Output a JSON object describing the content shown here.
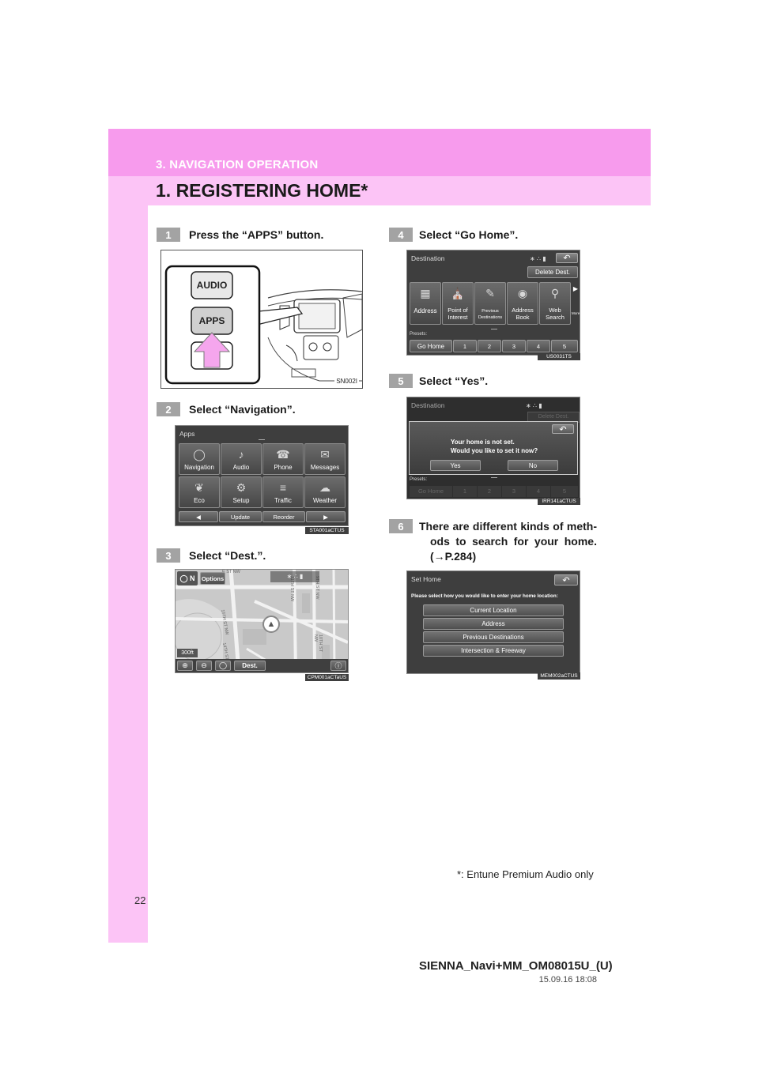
{
  "header": {
    "section": "3. NAVIGATION OPERATION",
    "title": "1. REGISTERING HOME*"
  },
  "steps": [
    {
      "num": "1",
      "text": "Press the “APPS” button."
    },
    {
      "num": "2",
      "text": "Select “Navigation”."
    },
    {
      "num": "3",
      "text": "Select “Dest.”."
    },
    {
      "num": "4",
      "text": "Select “Go Home”."
    },
    {
      "num": "5",
      "text": "Select “Yes”."
    },
    {
      "num": "6",
      "text_line1": "There are different kinds of meth-",
      "text_line2": "ods to search for your home.",
      "text_line3": "(→P.284)"
    }
  ],
  "fig1": {
    "audio_label": "AUDIO",
    "apps_label": "APPS",
    "code": "SN002I"
  },
  "fig2": {
    "title": "Apps",
    "tiles": [
      "Navigation",
      "Audio",
      "Phone",
      "Messages",
      "Eco",
      "Setup",
      "Traffic",
      "Weather"
    ],
    "bottom": [
      "Update",
      "Reorder"
    ],
    "code": "STA001aCTUS"
  },
  "fig3": {
    "compass": "N",
    "options": "Options",
    "scale": "300ft",
    "dest": "Dest.",
    "streets": [
      "E ST NW",
      "15TH ST NW",
      "14TH ST NW",
      "11TH ST NW",
      "10TH ST NW",
      "9TH ST NW"
    ],
    "code": "CPM001aCTaUS"
  },
  "fig4": {
    "title": "Destination",
    "delete_dest": "Delete Dest.",
    "tiles": [
      "Address",
      "Point of\nInterest",
      "Previous\nDestinations",
      "Address\nBook",
      "Web\nSearch"
    ],
    "more": "More",
    "presets_label": "Presets:",
    "go_home": "Go Home",
    "presets": [
      "1",
      "2",
      "3",
      "4",
      "5"
    ],
    "code": "US0031TS"
  },
  "fig5": {
    "title": "Destination",
    "delete_dest": "Delete Dest.",
    "message_line1": "Your home is not set.",
    "message_line2": "Would you like to set it now?",
    "yes": "Yes",
    "no": "No",
    "presets_label": "Presets:",
    "go_home": "Go Home",
    "presets": [
      "1",
      "2",
      "3",
      "4",
      "5"
    ],
    "code": "IRR141aCTUS"
  },
  "fig6": {
    "title": "Set Home",
    "prompt": "Please select how you would like to enter your home location:",
    "options": [
      "Current Location",
      "Address",
      "Previous Destinations",
      "Intersection & Freeway"
    ],
    "code": "MEM002aCTUS"
  },
  "footnote": "*: Entune Premium Audio only",
  "page_number": "22",
  "doc_code": "SIENNA_Navi+MM_OM08015U_(U)",
  "doc_stamp": "15.09.16     18:08",
  "colors": {
    "header": "#f79bed",
    "band": "#fcc4f6",
    "badge": "#a3a3a3"
  }
}
